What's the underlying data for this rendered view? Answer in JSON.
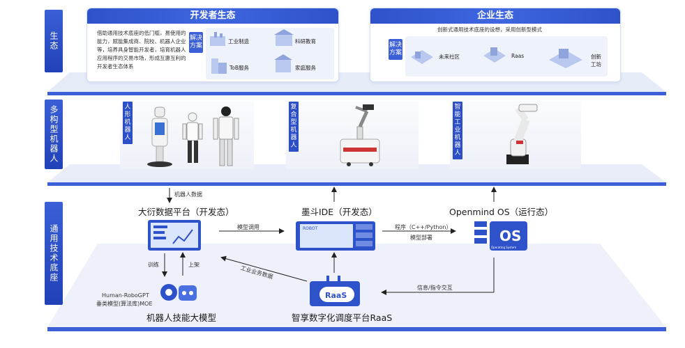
{
  "layers": {
    "ecosystem": "生态",
    "robots": "多构型机器人",
    "platform": "通用技术底座"
  },
  "developer_eco": {
    "title": "开发者生态",
    "description": "借助通用技术底座的低门槛，易使用的能力，赋能集成商、院校、机器人企业等，培养具身智能开发者，培育机器人应用程序的交易市场，形成互惠互利的开发者生态体系",
    "solution_tag": "解决方案",
    "items": [
      "工业制造",
      "科研教育",
      "ToB服务",
      "家庭服务"
    ]
  },
  "enterprise_eco": {
    "title": "企业生态",
    "description": "创新式通用技术底座的设想，采用创新型模式",
    "solution_tag": "解决方案",
    "items": [
      "未来社区",
      "Raas",
      "创新工坊"
    ]
  },
  "robots": {
    "humanoid": "人形机器人",
    "composite": "复合型机器人",
    "industrial": "智能工业机器人"
  },
  "platform": {
    "data_platform": "大衍数据平台（开发态）",
    "ide": "墨斗IDE（开发态）",
    "os": "Openmind OS（运行态）",
    "skill_model": "机器人技能大模型",
    "raas": "智享数字化调度平台RaaS",
    "model_desc_line1": "Human-RoboGPT",
    "model_desc_line2": "垂类模型(算法库)MOE",
    "robot_data": "机器人数据",
    "model_call": "模型调用",
    "program": "程序（C++/Python）",
    "model_deploy": "模型部署",
    "train": "训练",
    "launch": "上架",
    "industry_data": "工业业务数据",
    "info_cmd": "信息/指令交互",
    "ide_badge": "ROBOT",
    "raas_badge": "RaaS",
    "os_badge": "OS",
    "os_sub": "Operating System"
  },
  "colors": {
    "primary": "#2e52c9",
    "plane": "#e9edf9",
    "edge": "#3c5fd8"
  }
}
